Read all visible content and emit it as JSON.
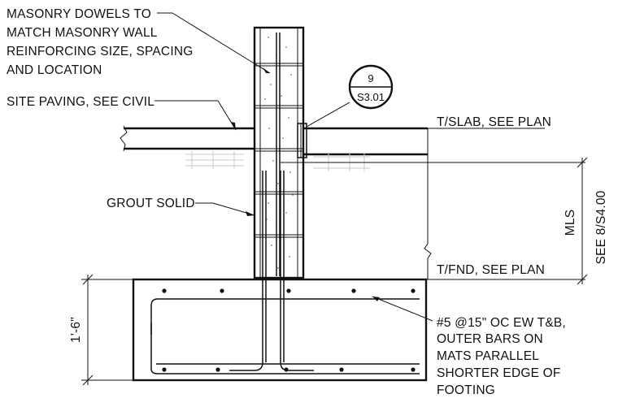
{
  "notes": {
    "dowels": [
      "MASONRY DOWELS TO",
      "MATCH MASONRY WALL",
      "REINFORCING SIZE, SPACING",
      "AND LOCATION"
    ],
    "paving": "SITE PAVING, SEE CIVIL",
    "grout": "GROUT SOLID",
    "slab": "T/SLAB, SEE PLAN",
    "fnd": "T/FND, SEE PLAN",
    "rebar": [
      "#5 @15\" OC EW T&B,",
      "OUTER BARS ON",
      "MATS PARALLEL",
      "SHORTER EDGE OF",
      "FOOTING"
    ]
  },
  "detail_bubble": {
    "number": "9",
    "sheet": "S3.01"
  },
  "dimensions": {
    "footing_depth": "1'-6\"",
    "mls": "MLS",
    "see_ref": "SEE  8/S4.00"
  }
}
